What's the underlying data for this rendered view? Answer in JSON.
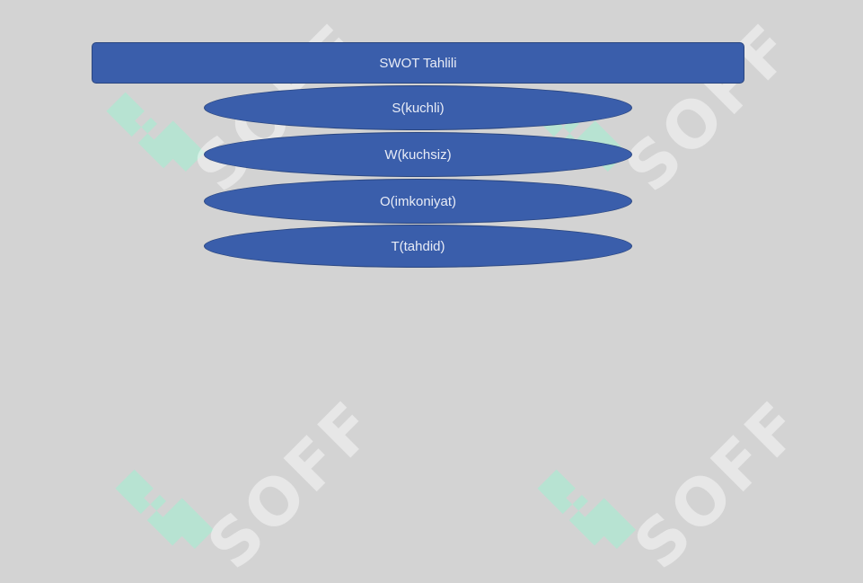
{
  "diagram": {
    "title": "SWOT Tahlili",
    "items": [
      {
        "label": "S(kuchli)"
      },
      {
        "label": "W(kuchsiz)"
      },
      {
        "label": "O(imkoniyat)"
      },
      {
        "label": "T(tahdid)"
      }
    ]
  },
  "watermark": {
    "text": "SOFF"
  },
  "colors": {
    "background": "#d3d3d3",
    "shape_fill": "#3a5eab",
    "shape_border": "#2a4680",
    "text": "#e8ecf6",
    "watermark": "#ffffff"
  }
}
